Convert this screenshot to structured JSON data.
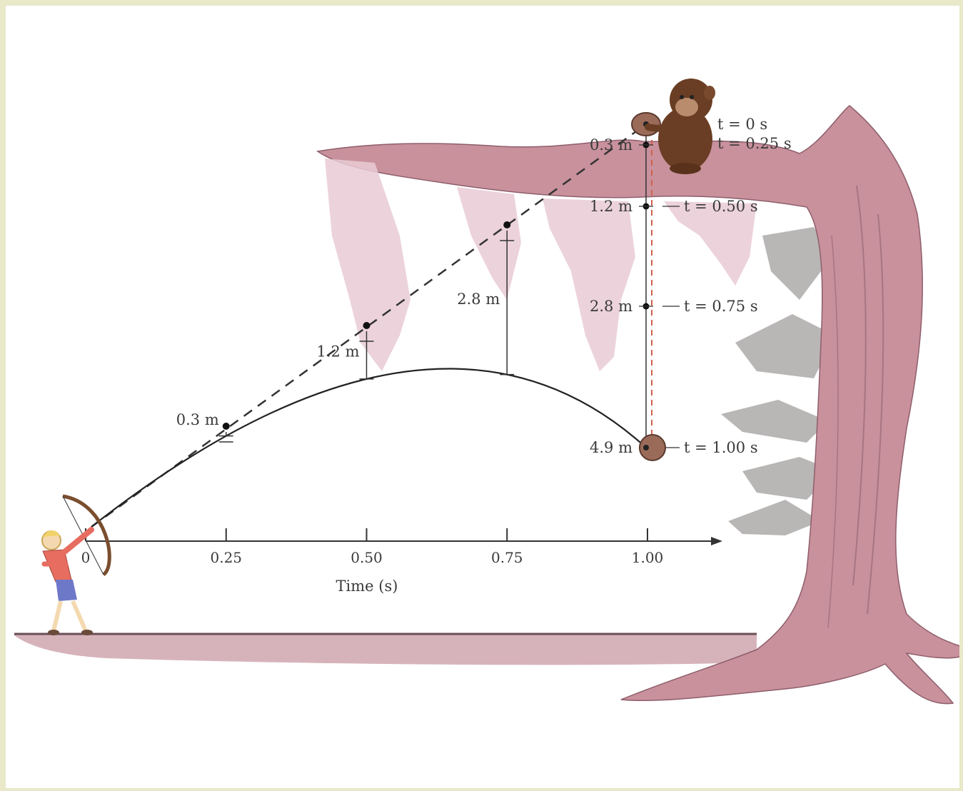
{
  "colors": {
    "background_border": "#e9e8c9",
    "tree": "#c8919c",
    "tree_dark": "#a3707d",
    "moss": "#e7c9d3",
    "leaves": "#b6b3b3",
    "monkey": "#6a3e24",
    "coconut": "#9b6b5a",
    "trajectory": "#222222",
    "guide_line": "#d0604d",
    "ground": "#b98590"
  },
  "time_axis": {
    "label": "Time (s)",
    "ticks": [
      "0",
      "0.25",
      "0.50",
      "0.75",
      "1.00"
    ]
  },
  "arrow_drops": [
    {
      "time": 0.25,
      "label": "0.3 m"
    },
    {
      "time": 0.5,
      "label": "1.2 m"
    },
    {
      "time": 0.75,
      "label": "2.8 m"
    }
  ],
  "monkey_fall": [
    {
      "distance": "",
      "time_label": "t = 0 s"
    },
    {
      "distance": "0.3 m",
      "time_label": "t = 0.25 s"
    },
    {
      "distance": "1.2 m",
      "time_label": "t = 0.50 s"
    },
    {
      "distance": "2.8 m",
      "time_label": "t = 0.75 s"
    },
    {
      "distance": "4.9 m",
      "time_label": "t = 1.00 s"
    }
  ],
  "icons": [
    "archer-figure",
    "monkey-figure",
    "tree-icon",
    "coconut-icon"
  ]
}
